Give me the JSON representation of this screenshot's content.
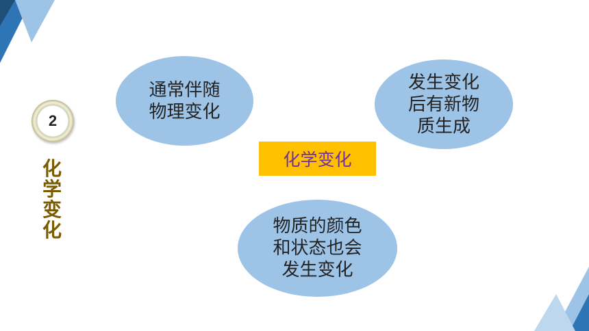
{
  "badge": {
    "number": "2"
  },
  "side_title": [
    "化",
    "学",
    "变",
    "化"
  ],
  "center": {
    "label": "化学变化"
  },
  "bubbles": [
    {
      "lines": [
        "通常伴随",
        "物理变化"
      ]
    },
    {
      "lines": [
        "发生变化",
        "后有新物",
        "质生成"
      ]
    },
    {
      "lines": [
        "物质的颜色",
        "和状态也会",
        "发生变化"
      ]
    }
  ],
  "colors": {
    "bubble": "#9dc3e6",
    "center_fill": "#ffc000",
    "center_text": "#7030a0",
    "side_title": "#7a5c00",
    "accent_blue": "#3a7fc2"
  }
}
